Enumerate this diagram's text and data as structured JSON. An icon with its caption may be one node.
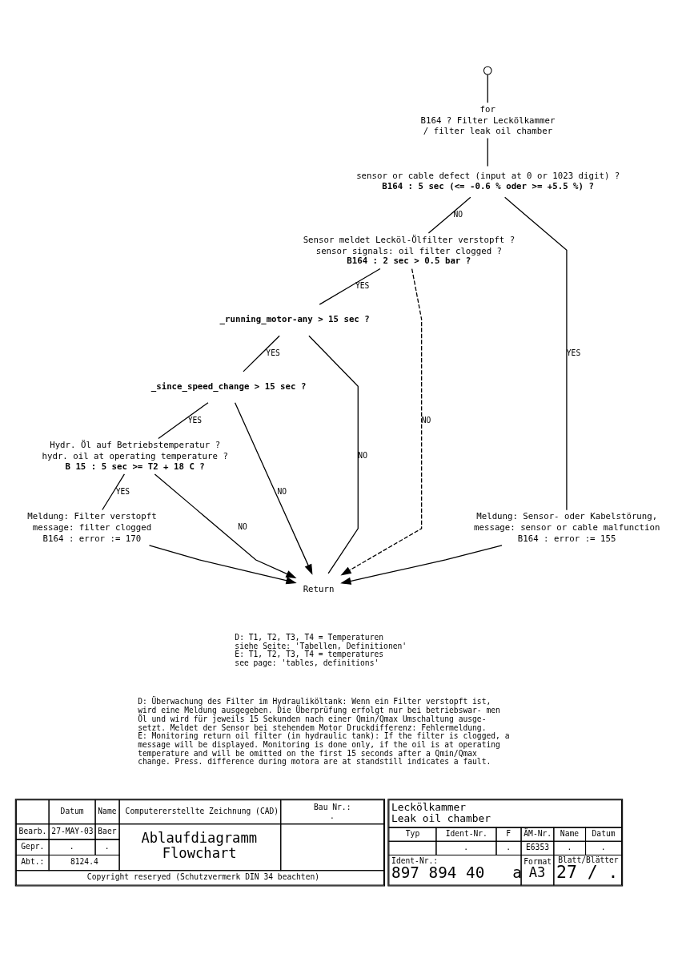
{
  "diagram": {
    "nodes": [
      {
        "text": [],
        "shape": "circle"
      },
      {
        "text": [
          "for",
          "B164 ? Filter Leckölkammer",
          "/ filter leak oil chamber"
        ]
      },
      {
        "text": [
          "sensor or cable defect (input at 0 or 1023 digit) ?",
          "B164 : 5 sec (<= -0.6 % oder >= +5.5 %) ?"
        ]
      },
      {
        "text": [
          "Sensor meldet Lecköl-Ölfilter verstopft ?",
          "sensor signals: oil filter clogged ?",
          "B164 : 2 sec > 0.5 bar ?"
        ]
      },
      {
        "text": [
          "_running_motor-any > 15 sec ?"
        ]
      },
      {
        "text": [
          "_since_speed_change > 15 sec ?"
        ]
      },
      {
        "text": [
          "Hydr. Öl auf Betriebstemperatur ?",
          "hydr. oil at operating temperature ?",
          "B 15 : 5 sec >= T2 + 18 C ?"
        ]
      },
      {
        "text": [
          "Meldung: Filter verstopft",
          "message: filter clogged",
          "B164 : error := 170"
        ]
      },
      {
        "text": [
          "Meldung: Sensor- oder Kabelstörung,",
          "message: sensor or cable malfunction",
          "B164 : error := 155"
        ]
      },
      {
        "text": [
          "Return"
        ]
      }
    ],
    "edges": [
      {
        "from": 0,
        "to": 1,
        "arrow": "none"
      },
      {
        "from": 1,
        "to": 2,
        "arrow": "none"
      },
      {
        "from": 2,
        "to": 3,
        "label": "NO",
        "arrow": "none"
      },
      {
        "from": 2,
        "to": 8,
        "label": "YES",
        "arrow": "none"
      },
      {
        "from": 3,
        "to": 4,
        "label": "YES",
        "arrow": "none"
      },
      {
        "from": 3,
        "to": 9,
        "label": "NO",
        "arrow": "to",
        "style": "dashed"
      },
      {
        "from": 4,
        "to": 5,
        "label": "YES",
        "arrow": "none"
      },
      {
        "from": 4,
        "to": 9,
        "label": "NO",
        "arrow": "none"
      },
      {
        "from": 5,
        "to": 9,
        "label": "NO",
        "arrow": "to"
      },
      {
        "from": 5,
        "to": 6,
        "label": "YES",
        "arrow": "none"
      },
      {
        "from": 6,
        "to": 9,
        "label": "NO",
        "arrow": "to"
      },
      {
        "from": 6,
        "to": 7,
        "label": "YES",
        "arrow": "none"
      },
      {
        "from": 7,
        "to": 9,
        "arrow": "to"
      },
      {
        "from": 8,
        "to": 9,
        "arrow": "to"
      }
    ],
    "labels": [
      "D: T1, T2, T3, T4 = Temperaturen",
      "siehe Seite: 'Tabellen, Definitionen'",
      "E: T1, T2, T3, T4 = temperatures",
      "see page: 'tables, definitions'",
      "D: Überwachung des Filter im Hydrauliköltank: Wenn ein Filter verstopft ist, wird eine Meldung ausgegeben. Die Überprüfung erfolgt nur bei betriebswar- men Öl und wird für jeweils 15 Sekunden nach einer Qmin/Qmax Umschaltung ausge- setzt. Meldet der Sensor bei stehendem Motor Druckdifferenz: Fehlermeldung.",
      "E: Monitoring return oil filter (in hydraulic tank): If the filter is clogged, a message will be displayed. Monitoring is done only, if the oil is at operating temperature and will be omitted on the first 15 seconds after a Qmin/Qmax change. Press. difference during motora are at standstill indicates a fault.",
      "Datum",
      "Name",
      "Bearb.",
      "27-MAY-03",
      "Baer",
      "Gepr.",
      ".",
      ".",
      "Abt.:",
      "8124.4",
      "Computererstellte Zeichnung (CAD)",
      "Ablaufdiagramm",
      "Flowchart",
      "Copyright reseryed (Schutzvermerk DIN 34 beachten)",
      "Bau Nr.:",
      ".",
      "Leckölkammer",
      "Leak oil chamber",
      "Typ",
      "Ident-Nr.",
      "F",
      "ÄM-Nr.",
      "Name",
      "Datum",
      ".",
      ".",
      "E6353",
      ".",
      ".",
      "Ident-Nr.:",
      "897 894 40",
      "a",
      "Format",
      "A3",
      "Blatt/Blätter",
      "27",
      "/",
      "."
    ]
  }
}
